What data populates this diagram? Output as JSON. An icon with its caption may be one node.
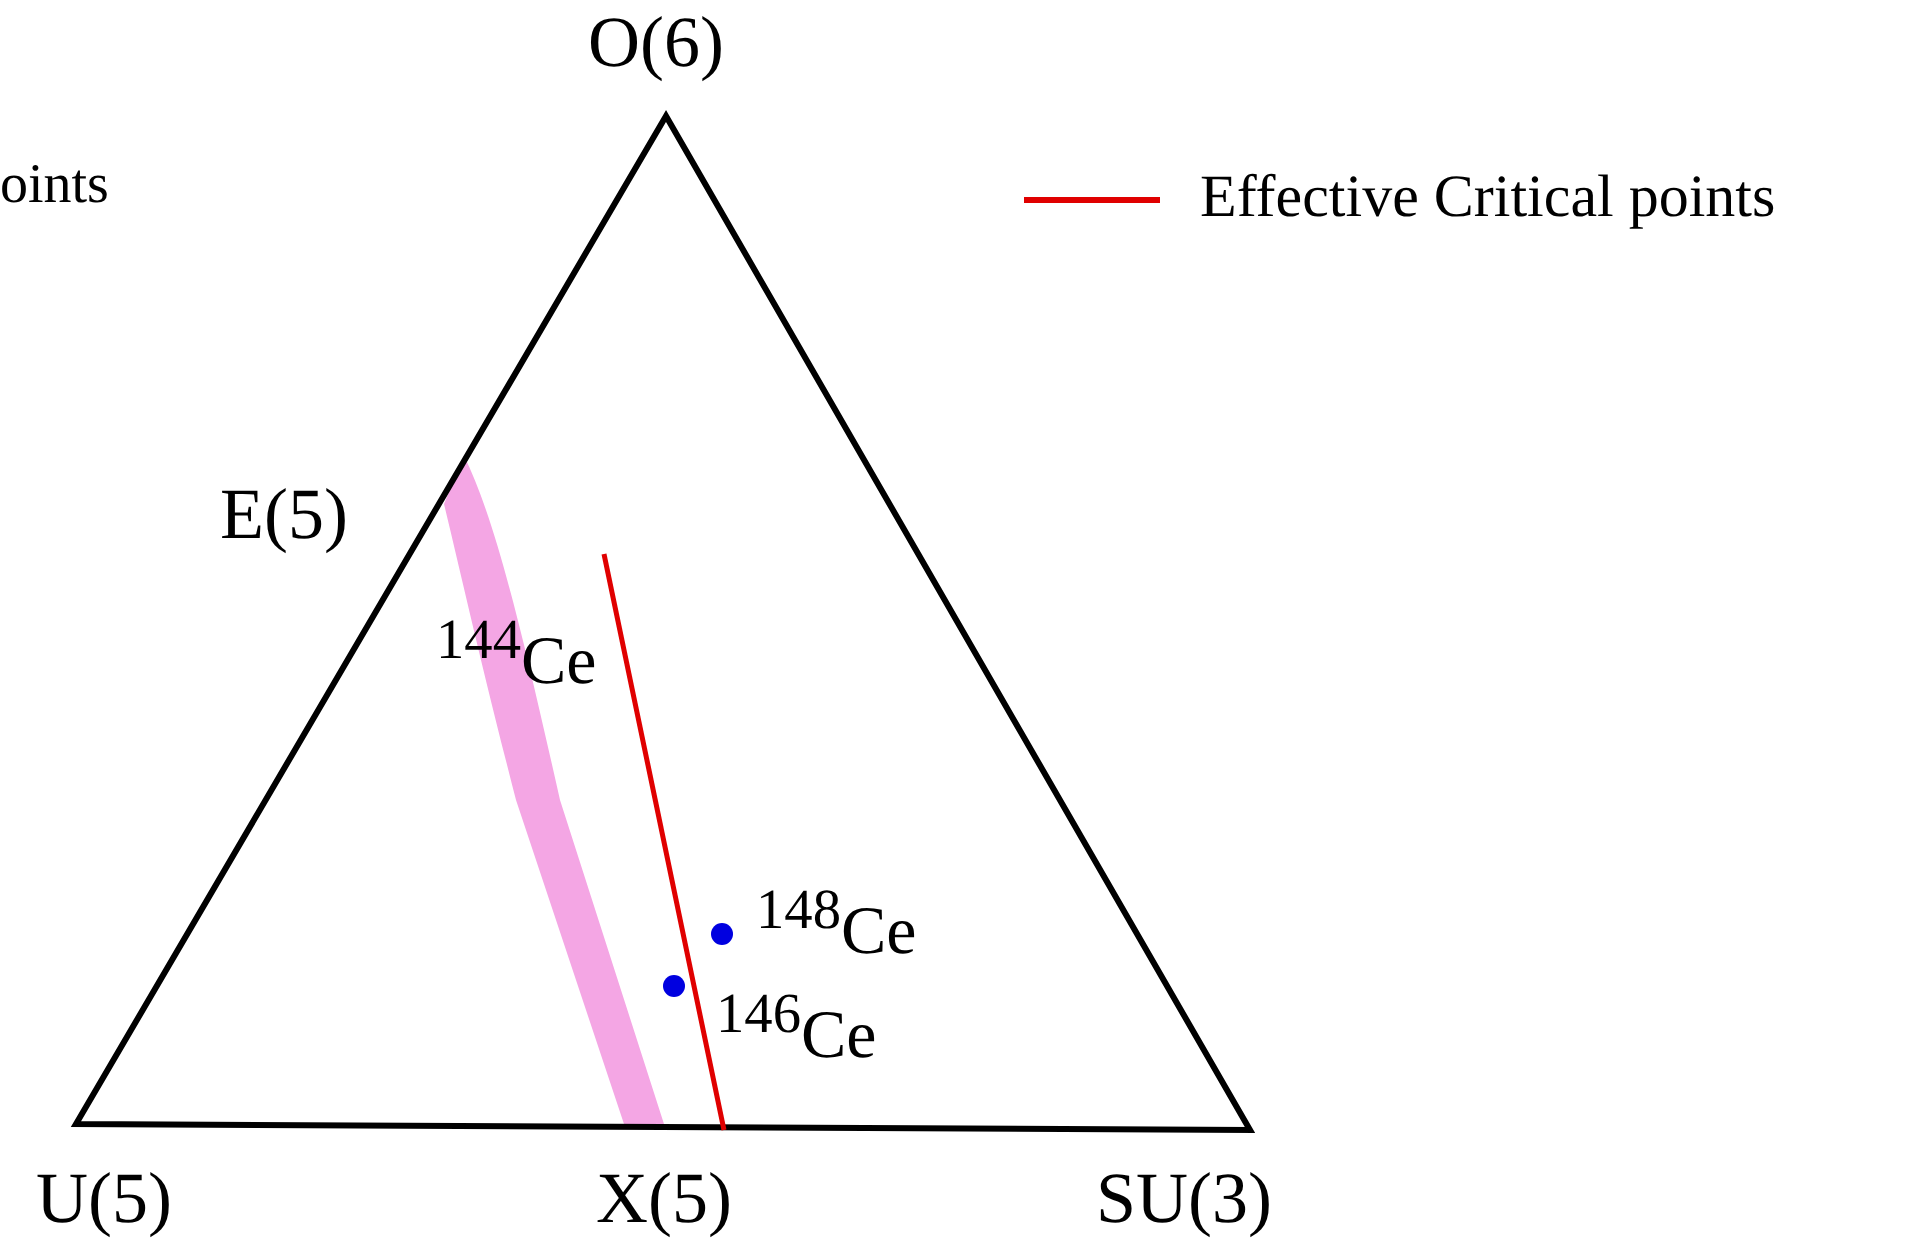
{
  "diagram": {
    "labels": [
      "oints",
      "O(6)",
      "E(5)",
      "$^{144}$Ce",
      "$^{148}$Ce",
      "$^{146}$Ce",
      "U(5)",
      "X(5)",
      "SU(3)"
    ],
    "legend": [
      {
        "text": "Effective Critical points"
      }
    ]
  }
}
